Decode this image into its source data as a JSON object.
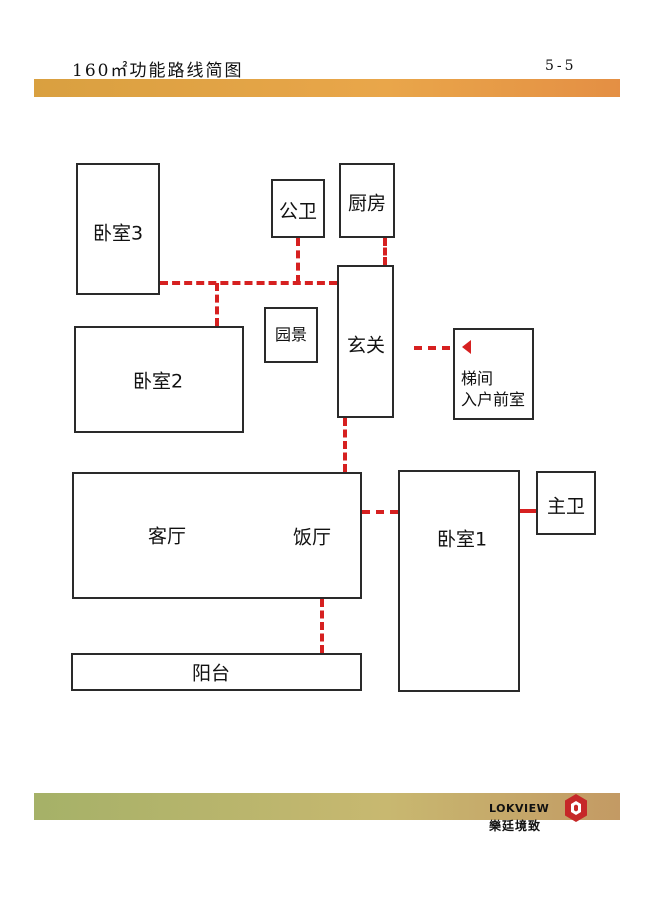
{
  "header": {
    "title": "160㎡功能路线简图",
    "page_number": "5-5"
  },
  "rooms": {
    "bedroom3": "卧室3",
    "bedroom2": "卧室2",
    "bedroom1": "卧室1",
    "public_bath": "公卫",
    "kitchen": "厨房",
    "garden": "园景",
    "foyer": "玄关",
    "elevator_lobby_line1": "梯间",
    "elevator_lobby_line2": "入户前室",
    "living_room": "客厅",
    "dining_room": "饭厅",
    "master_bath": "主卫",
    "balcony": "阳台"
  },
  "logo": {
    "name_en": "LOKVIEW",
    "name_cn": "樂廷境致"
  },
  "colors": {
    "path": "#d62020",
    "header_bar": "#e9a64a",
    "footer_bar": "#b8b46c",
    "logo_red": "#c62828"
  }
}
